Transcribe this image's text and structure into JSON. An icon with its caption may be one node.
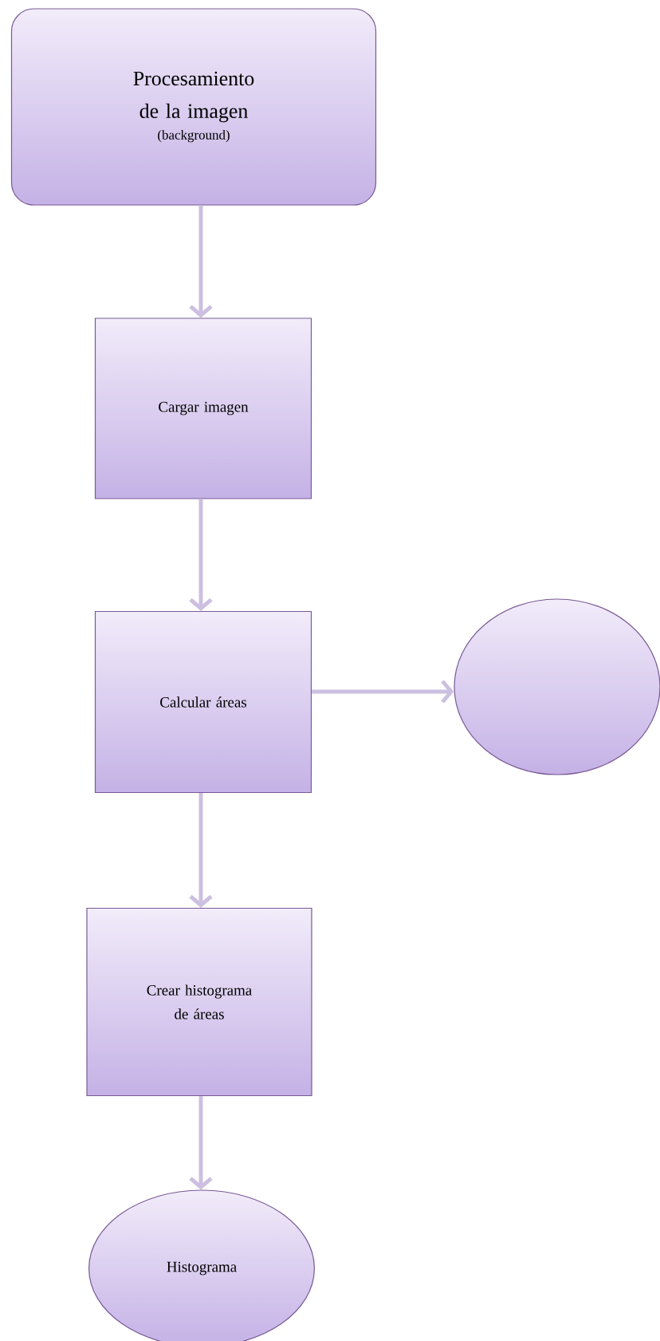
{
  "diagram": {
    "nodes": [
      {
        "text": [
          "Procesamiento de la imagen",
          "(background)"
        ]
      },
      {
        "text": [
          "Cargar imagen"
        ]
      },
      {
        "text": [
          "Calcular áreas"
        ]
      },
      {
        "text": [],
        "shape": "ellipse"
      },
      {
        "text": [
          "Crear histograma de áreas"
        ]
      },
      {
        "text": [
          "Histograma"
        ]
      }
    ],
    "edges": [
      {
        "from": 0,
        "to": 1,
        "arrow": "to"
      },
      {
        "from": 1,
        "to": 2,
        "arrow": "to"
      },
      {
        "from": 2,
        "to": 3,
        "arrow": "to"
      },
      {
        "from": 2,
        "to": 4,
        "arrow": "to"
      },
      {
        "from": 4,
        "to": 5,
        "arrow": "to"
      }
    ]
  }
}
